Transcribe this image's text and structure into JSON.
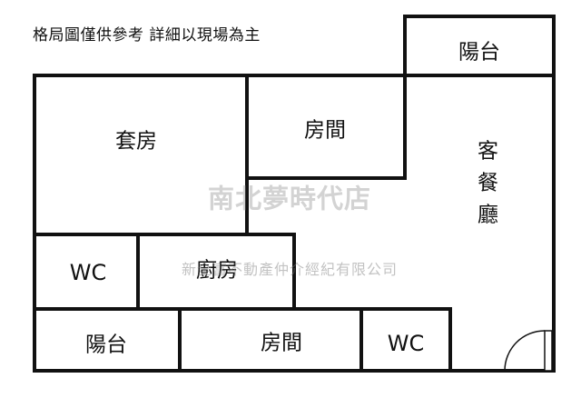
{
  "note": "格局圖僅供參考 詳細以現場為主",
  "rooms": {
    "balcony_top": "陽台",
    "suite": "套房",
    "room_upper": "房間",
    "living_dining": "客餐廳",
    "wc_left": "WC",
    "kitchen": "廚房",
    "balcony_bottom": "陽台",
    "room_lower": "房間",
    "wc_right": "WC"
  },
  "watermark": {
    "company": "南北夢時代店",
    "agency": "新全富不動產仲介經紀有限公司"
  },
  "colors": {
    "wall": "#111111",
    "background": "#ffffff",
    "watermark": "#9a9a9a"
  }
}
